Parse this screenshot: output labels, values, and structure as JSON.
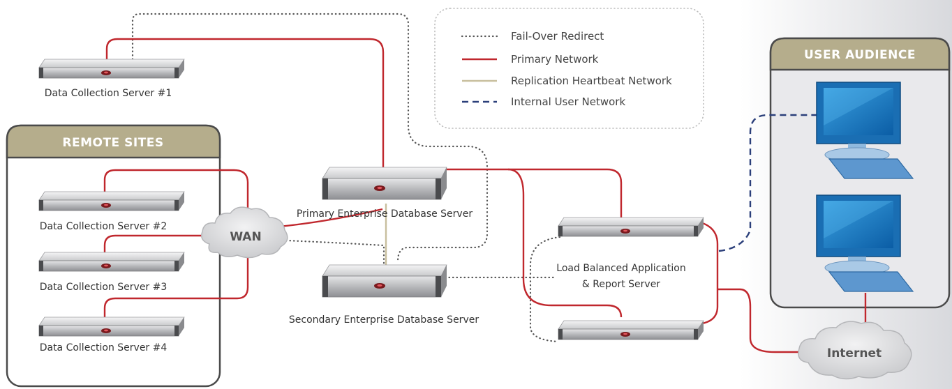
{
  "legend": {
    "failover": "Fail-Over Redirect",
    "primary": "Primary Network",
    "replication": "Replication Heartbeat Network",
    "internal": "Internal User Network"
  },
  "groups": {
    "remote_sites": "REMOTE SITES",
    "user_audience": "USER AUDIENCE"
  },
  "servers": {
    "dcs1": "Data Collection Server #1",
    "dcs2": "Data Collection Server #2",
    "dcs3": "Data Collection Server #3",
    "dcs4": "Data Collection Server #4",
    "primary_db": "Primary Enterprise Database Server",
    "secondary_db": "Secondary Enterprise Database Server",
    "app_line1": "Load Balanced Application",
    "app_line2": "& Report Server"
  },
  "clouds": {
    "wan": "WAN",
    "internet": "Internet"
  },
  "colors": {
    "primary": "#c0272d",
    "replication": "#c8bf9e",
    "internal": "#2b3f7a",
    "failover": "#555555",
    "group_header": "#b5ad8c",
    "group_body": "#e9e9ec",
    "monitor": "#1d7fc6"
  }
}
